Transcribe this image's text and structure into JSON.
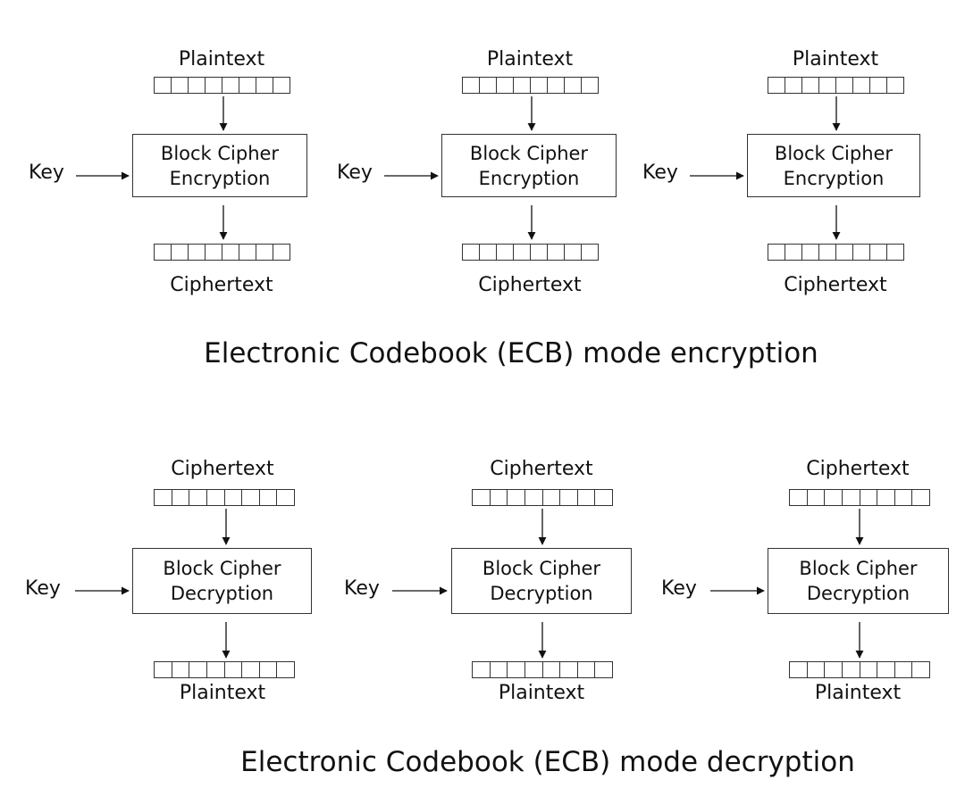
{
  "encryption": {
    "caption": "Electronic Codebook (ECB) mode encryption",
    "blocks": [
      {
        "input_label": "Plaintext",
        "cipher_line1": "Block Cipher",
        "cipher_line2": "Encryption",
        "key_label": "Key",
        "output_label": "Ciphertext"
      },
      {
        "input_label": "Plaintext",
        "cipher_line1": "Block Cipher",
        "cipher_line2": "Encryption",
        "key_label": "Key",
        "output_label": "Ciphertext"
      },
      {
        "input_label": "Plaintext",
        "cipher_line1": "Block Cipher",
        "cipher_line2": "Encryption",
        "key_label": "Key",
        "output_label": "Ciphertext"
      }
    ]
  },
  "decryption": {
    "caption": "Electronic Codebook (ECB) mode decryption",
    "blocks": [
      {
        "input_label": "Ciphertext",
        "cipher_line1": "Block Cipher",
        "cipher_line2": "Decryption",
        "key_label": "Key",
        "output_label": "Plaintext"
      },
      {
        "input_label": "Ciphertext",
        "cipher_line1": "Block Cipher",
        "cipher_line2": "Decryption",
        "key_label": "Key",
        "output_label": "Plaintext"
      },
      {
        "input_label": "Ciphertext",
        "cipher_line1": "Block Cipher",
        "cipher_line2": "Decryption",
        "key_label": "Key",
        "output_label": "Plaintext"
      }
    ]
  },
  "colors": {
    "line": "#333333",
    "text": "#111111",
    "background": "#ffffff"
  }
}
